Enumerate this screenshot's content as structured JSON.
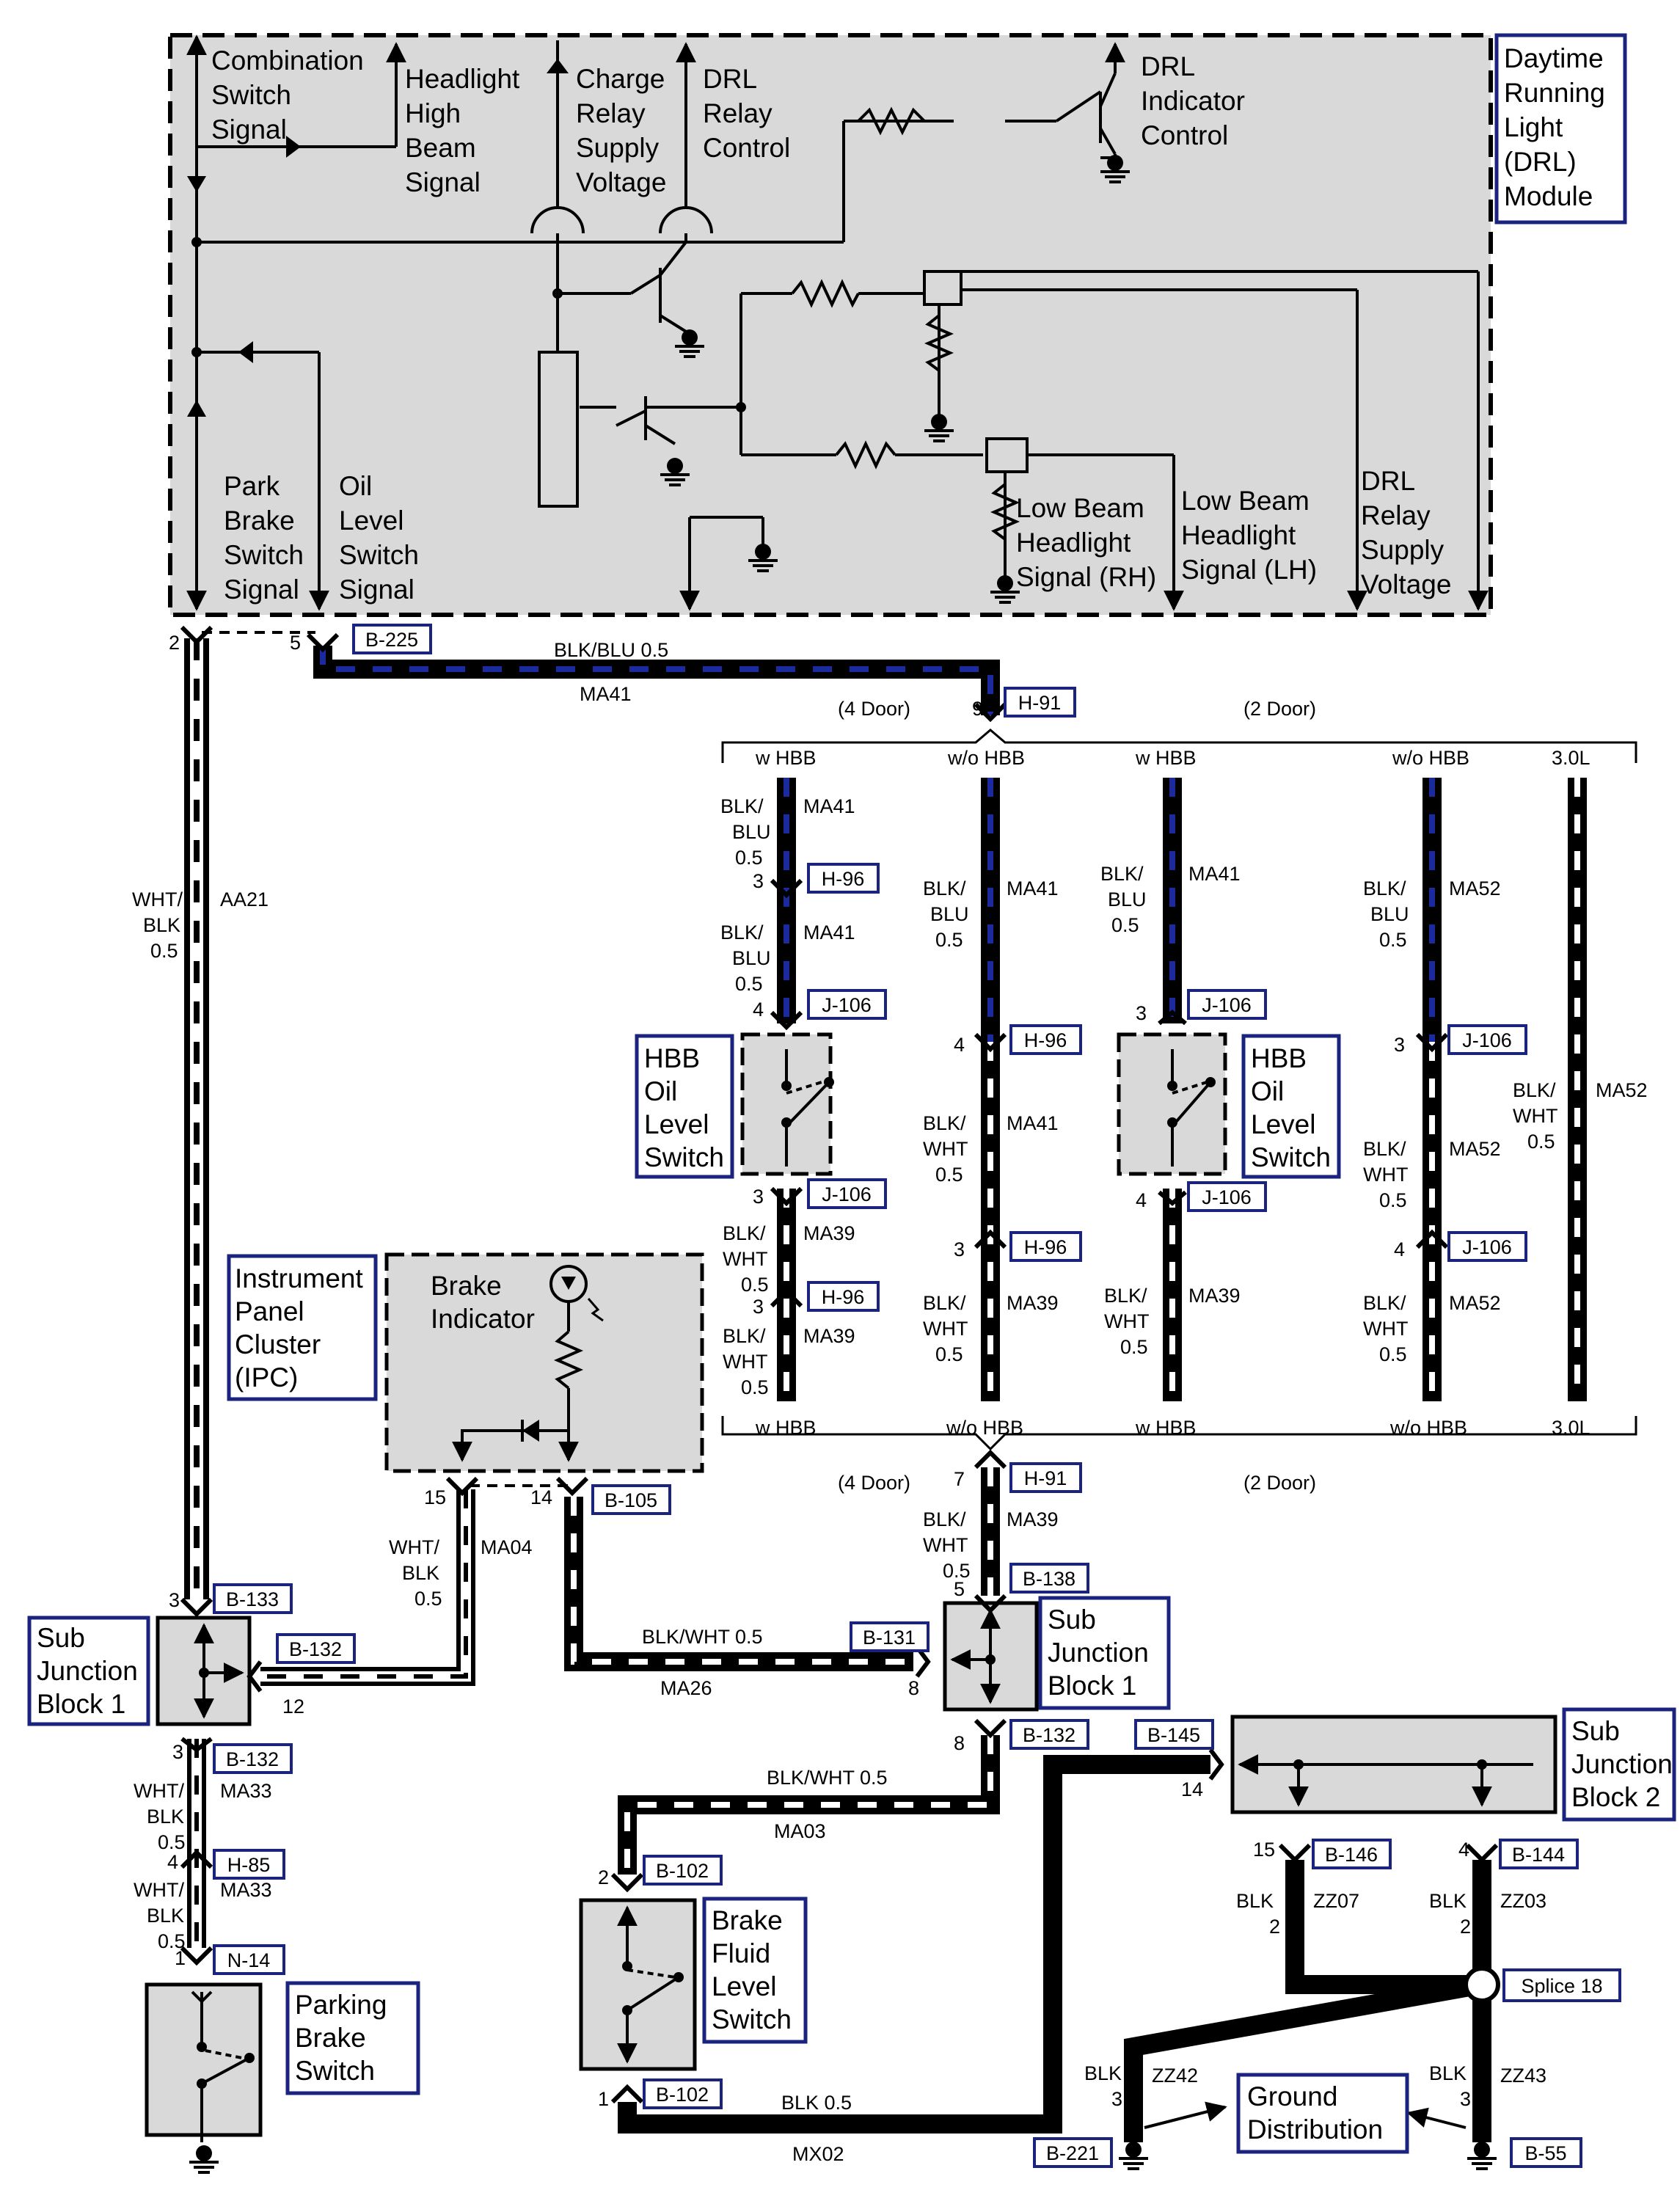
{
  "colors": {
    "wire_black": "#000000",
    "stripe_blue": "#1b2a9c",
    "stripe_white": "#ffffff",
    "box_fill": "#d9d9d9",
    "label_border": "#1a237e"
  },
  "module": {
    "title": [
      "Daytime",
      "Running",
      "Light",
      "(DRL)",
      "Module"
    ],
    "combination_switch": [
      "Combination",
      "Switch",
      "Signal"
    ],
    "headlight_high_beam": [
      "Headlight",
      "High",
      "Beam",
      "Signal"
    ],
    "charge_relay": [
      "Charge",
      "Relay",
      "Supply",
      "Voltage"
    ],
    "drl_relay_control": [
      "DRL",
      "Relay",
      "Control"
    ],
    "drl_indicator": [
      "DRL",
      "Indicator",
      "Control"
    ],
    "park_brake": [
      "Park",
      "Brake",
      "Switch",
      "Signal"
    ],
    "oil_level": [
      "Oil",
      "Level",
      "Switch",
      "Signal"
    ],
    "low_beam_rh": [
      "Low Beam",
      "Headlight",
      "Signal (RH)"
    ],
    "low_beam_lh": [
      "Low Beam",
      "Headlight",
      "Signal (LH)"
    ],
    "drl_relay_supply": [
      "DRL",
      "Relay",
      "Supply",
      "Voltage"
    ]
  },
  "connectors": {
    "b225": "B-225",
    "h91": "H-91",
    "h96": "H-96",
    "j106": "J-106",
    "b105": "B-105",
    "b133": "B-133",
    "b132": "B-132",
    "b131": "B-131",
    "b138": "B-138",
    "b145": "B-145",
    "b146": "B-146",
    "b144": "B-144",
    "b102": "B-102",
    "h85": "H-85",
    "n14": "N-14",
    "b221": "B-221",
    "b55": "B-55",
    "splice18": "Splice 18"
  },
  "pins": {
    "p1": "1",
    "p2": "2",
    "p3": "3",
    "p4": "4",
    "p5": "5",
    "p7": "7",
    "p8": "8",
    "p9": "9",
    "p12": "12",
    "p14": "14",
    "p15": "15"
  },
  "wires": {
    "blk_blu_05": "BLK/BLU 0.5",
    "blk_wht_05": "BLK/WHT 0.5",
    "blk_05": "BLK 0.5",
    "blk": "BLK",
    "blk_slash": "BLK/",
    "blu": "BLU",
    "wht": "WHT",
    "wht_slash": "WHT/",
    "size_05": "0.5",
    "size_2": "2",
    "size_3": "3",
    "ma41": "MA41",
    "aa21": "AA21",
    "ma52": "MA52",
    "ma39": "MA39",
    "ma04": "MA04",
    "ma26": "MA26",
    "ma33": "MA33",
    "ma03": "MA03",
    "mx02": "MX02",
    "zz07": "ZZ07",
    "zz03": "ZZ03",
    "zz42": "ZZ42",
    "zz43": "ZZ43"
  },
  "variants": {
    "four_door": "(4 Door)",
    "two_door": "(2 Door)",
    "w_hbb": "w HBB",
    "wo_hbb": "w/o HBB",
    "v30l": "3.0L"
  },
  "components": {
    "hbb_oil": [
      "HBB",
      "Oil",
      "Level",
      "Switch"
    ],
    "ipc": [
      "Instrument",
      "Panel",
      "Cluster",
      "(IPC)"
    ],
    "brake_indicator": [
      "Brake",
      "Indicator"
    ],
    "sub_junction_1": [
      "Sub",
      "Junction",
      "Block 1"
    ],
    "sub_junction_2": [
      "Sub",
      "Junction",
      "Block 2"
    ],
    "brake_fluid": [
      "Brake",
      "Fluid",
      "Level",
      "Switch"
    ],
    "parking_brake": [
      "Parking",
      "Brake",
      "Switch"
    ],
    "ground_distribution": [
      "Ground",
      "Distribution"
    ]
  }
}
